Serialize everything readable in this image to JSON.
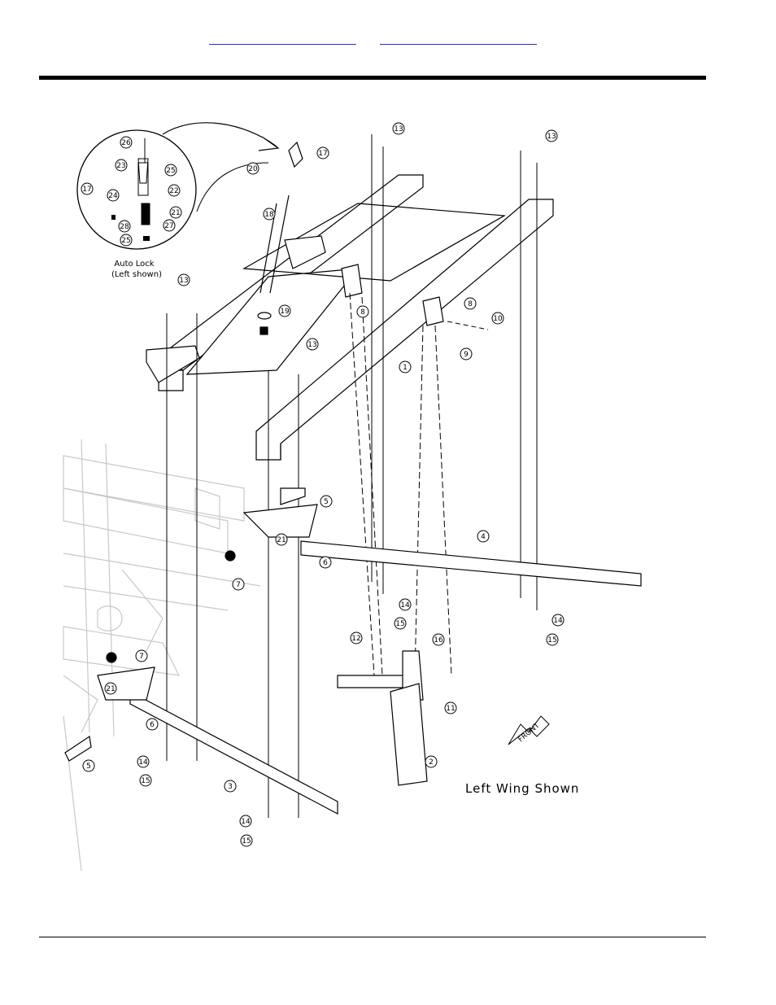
{
  "header": {
    "link_left": "",
    "link_right": ""
  },
  "diagram": {
    "callouts": [
      "13",
      "13",
      "17",
      "26",
      "25",
      "23",
      "22",
      "17",
      "24",
      "21",
      "28",
      "27",
      "25",
      "20",
      "18",
      "13",
      "19",
      "8",
      "8",
      "10",
      "9",
      "1",
      "13",
      "5",
      "21",
      "6",
      "7",
      "4",
      "12",
      "16",
      "11",
      "14",
      "15",
      "14",
      "15",
      "7",
      "21",
      "6",
      "2",
      "5",
      "14",
      "15",
      "3",
      "14",
      "15"
    ],
    "inset_caption_1": "Auto Lock",
    "inset_caption_2": "(Left shown)",
    "footer_caption": "Left Wing Shown",
    "front_label": "FRONT"
  }
}
